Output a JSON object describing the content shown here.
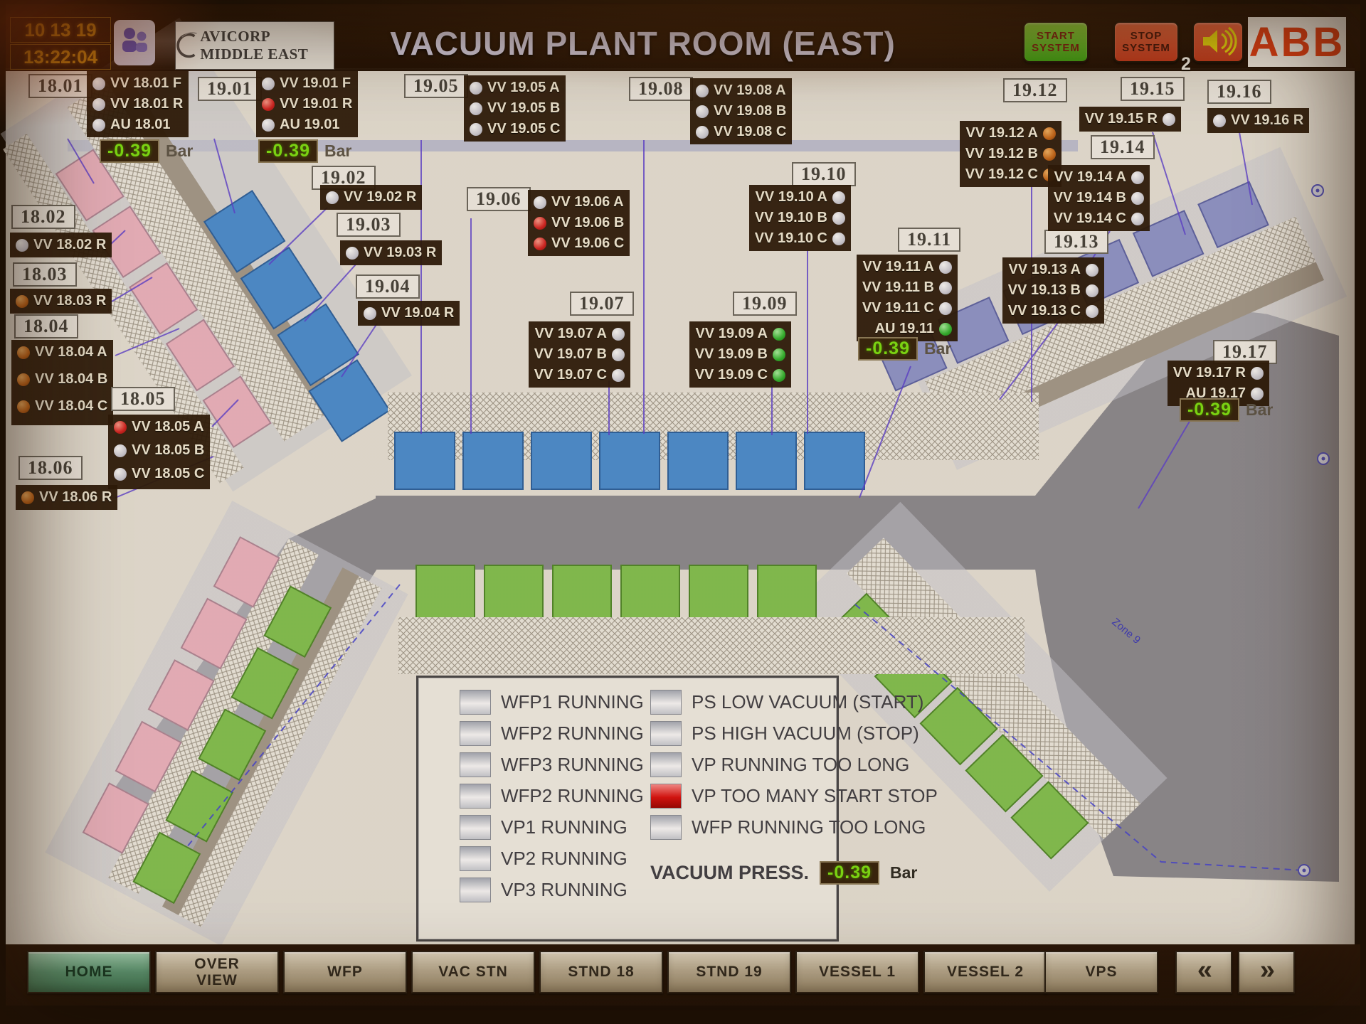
{
  "header": {
    "date": "10 13 19",
    "time": "13:22:04",
    "company": "AVICORP MIDDLE EAST",
    "title": "VACUUM PLANT ROOM (EAST)",
    "start_button": "START\nSYSTEM",
    "stop_button": "STOP\nSYSTEM",
    "alarm_count": "2",
    "brand": "ABB"
  },
  "pressure_unit": "Bar",
  "colors": {
    "led_white": "#d9d9e2",
    "led_red": "#d62222",
    "led_amber": "#c4661a",
    "led_green": "#2fb52f",
    "stand_pink": "#f0b7c5",
    "stand_blue": "#4a90d6",
    "stand_green": "#83c553",
    "stand_lavender": "#9097cf",
    "readout_green": "#7de312",
    "start_button": "#3aa714",
    "stop_button": "#c5391d"
  },
  "stand_labels": [
    {
      "id": "18.01",
      "rows": [
        {
          "t": "VV 18.01 F",
          "led": "white"
        },
        {
          "t": "VV 18.01 R",
          "led": "white"
        },
        {
          "t": "AU 18.01",
          "led": "white"
        }
      ],
      "readout": "-0.39"
    },
    {
      "id": "19.01",
      "rows": [
        {
          "t": "VV 19.01 F",
          "led": "white"
        },
        {
          "t": "VV 19.01 R",
          "led": "red"
        },
        {
          "t": "AU 19.01",
          "led": "white"
        }
      ],
      "readout": "-0.39"
    },
    {
      "id": "19.02",
      "rows": [
        {
          "t": "VV 19.02 R",
          "led": "white"
        }
      ]
    },
    {
      "id": "19.03",
      "rows": [
        {
          "t": "VV 19.03 R",
          "led": "white"
        }
      ]
    },
    {
      "id": "19.04",
      "rows": [
        {
          "t": "VV 19.04 R",
          "led": "white"
        }
      ]
    },
    {
      "id": "18.02",
      "rows": [
        {
          "t": "VV 18.02 R",
          "led": "white"
        }
      ]
    },
    {
      "id": "18.03",
      "rows": [
        {
          "t": "VV 18.03 R",
          "led": "amber"
        }
      ]
    },
    {
      "id": "18.04",
      "rows": [
        {
          "t": "VV 18.04 A",
          "led": "amber"
        },
        {
          "t": "VV 18.04 B",
          "led": "amber"
        },
        {
          "t": "VV 18.04 C",
          "led": "amber"
        }
      ]
    },
    {
      "id": "18.05",
      "rows": [
        {
          "t": "VV 18.05 A",
          "led": "red"
        },
        {
          "t": "VV 18.05 B",
          "led": "white"
        },
        {
          "t": "VV 18.05 C",
          "led": "white"
        }
      ]
    },
    {
      "id": "18.06",
      "rows": [
        {
          "t": "VV 18.06 R",
          "led": "amber"
        }
      ]
    },
    {
      "id": "19.05",
      "rows": [
        {
          "t": "VV 19.05 A",
          "led": "white"
        },
        {
          "t": "VV 19.05 B",
          "led": "white"
        },
        {
          "t": "VV 19.05 C",
          "led": "white"
        }
      ]
    },
    {
      "id": "19.06",
      "rows": [
        {
          "t": "VV 19.06 A",
          "led": "white"
        },
        {
          "t": "VV 19.06 B",
          "led": "red"
        },
        {
          "t": "VV 19.06 C",
          "led": "red"
        }
      ]
    },
    {
      "id": "19.07",
      "rows": [
        {
          "t": "VV 19.07 A",
          "led": "white"
        },
        {
          "t": "VV 19.07 B",
          "led": "white"
        },
        {
          "t": "VV 19.07 C",
          "led": "white"
        }
      ]
    },
    {
      "id": "19.08",
      "rows": [
        {
          "t": "VV 19.08 A",
          "led": "white"
        },
        {
          "t": "VV 19.08 B",
          "led": "white"
        },
        {
          "t": "VV 19.08 C",
          "led": "white"
        }
      ]
    },
    {
      "id": "19.09",
      "rows": [
        {
          "t": "VV 19.09 A",
          "led": "green"
        },
        {
          "t": "VV 19.09 B",
          "led": "green"
        },
        {
          "t": "VV 19.09 C",
          "led": "green"
        }
      ]
    },
    {
      "id": "19.10",
      "rows": [
        {
          "t": "VV 19.10 A",
          "led": "white"
        },
        {
          "t": "VV 19.10 B",
          "led": "white"
        },
        {
          "t": "VV 19.10 C",
          "led": "white"
        }
      ]
    },
    {
      "id": "19.11",
      "rows": [
        {
          "t": "VV 19.11 A",
          "led": "white"
        },
        {
          "t": "VV 19.11 B",
          "led": "white"
        },
        {
          "t": "VV 19.11 C",
          "led": "white"
        },
        {
          "t": "AU 19.11",
          "led": "green"
        }
      ],
      "readout": "-0.39"
    },
    {
      "id": "19.12",
      "rows": [
        {
          "t": "VV 19.12 A",
          "led": "amber"
        },
        {
          "t": "VV 19.12 B",
          "led": "amber"
        },
        {
          "t": "VV 19.12 C",
          "led": "amber"
        }
      ]
    },
    {
      "id": "19.13",
      "rows": [
        {
          "t": "VV 19.13 A",
          "led": "white"
        },
        {
          "t": "VV 19.13 B",
          "led": "white"
        },
        {
          "t": "VV 19.13 C",
          "led": "white"
        }
      ]
    },
    {
      "id": "19.14",
      "rows": [
        {
          "t": "VV 19.14 A",
          "led": "white"
        },
        {
          "t": "VV 19.14 B",
          "led": "white"
        },
        {
          "t": "VV 19.14 C",
          "led": "white"
        }
      ]
    },
    {
      "id": "19.15",
      "rows": [
        {
          "t": "VV 19.15 R",
          "led": "white"
        }
      ]
    },
    {
      "id": "19.16",
      "rows": [
        {
          "t": "VV 19.16 R",
          "led": "white"
        }
      ]
    },
    {
      "id": "19.17",
      "rows": [
        {
          "t": "VV 19.17 R",
          "led": "white"
        },
        {
          "t": "AU 19.17",
          "led": "white"
        }
      ],
      "readout": "-0.39"
    }
  ],
  "legend": {
    "left": [
      "WFP1 RUNNING",
      "WFP2 RUNNING",
      "WFP3 RUNNING",
      "WFP2 RUNNING",
      "VP1 RUNNING",
      "VP2 RUNNING",
      "VP3 RUNNING"
    ],
    "right": [
      {
        "label": "PS LOW VACUUM (START)",
        "state": "normal"
      },
      {
        "label": "PS HIGH VACUUM (STOP)",
        "state": "normal"
      },
      {
        "label": "VP RUNNING TOO LONG",
        "state": "normal"
      },
      {
        "label": "VP TOO MANY START STOP",
        "state": "red"
      },
      {
        "label": "WFP RUNNING TOO LONG",
        "state": "normal"
      }
    ],
    "pressure_label": "VACUUM PRESS.",
    "pressure_value": "-0.39",
    "pressure_unit": "Bar"
  },
  "nav": [
    {
      "label": "HOME",
      "active": true
    },
    {
      "label": "OVER\nVIEW",
      "active": false
    },
    {
      "label": "WFP",
      "active": false
    },
    {
      "label": "VAC STN",
      "active": false
    },
    {
      "label": "STND 18",
      "active": false
    },
    {
      "label": "STND 19",
      "active": false
    },
    {
      "label": "VESSEL 1",
      "active": false
    },
    {
      "label": "VESSEL 2",
      "active": false
    },
    {
      "label": "VPS",
      "active": false
    },
    {
      "label": "«",
      "active": false,
      "chev": true
    },
    {
      "label": "»",
      "active": false,
      "chev": true
    }
  ],
  "map": {
    "zone_label": "Zone 9"
  }
}
